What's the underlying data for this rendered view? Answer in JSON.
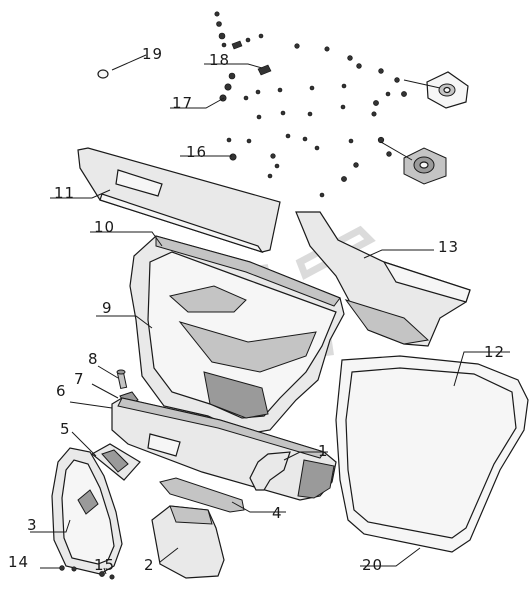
{
  "diagram": {
    "type": "exploded-parts-view",
    "callouts": [
      {
        "id": "c1",
        "number": "1"
      },
      {
        "id": "c2",
        "number": "2"
      },
      {
        "id": "c3",
        "number": "3"
      },
      {
        "id": "c4",
        "number": "4"
      },
      {
        "id": "c5",
        "number": "5"
      },
      {
        "id": "c6",
        "number": "6"
      },
      {
        "id": "c7",
        "number": "7"
      },
      {
        "id": "c8",
        "number": "8"
      },
      {
        "id": "c9",
        "number": "9"
      },
      {
        "id": "c10",
        "number": "10"
      },
      {
        "id": "c11",
        "number": "11"
      },
      {
        "id": "c12",
        "number": "12"
      },
      {
        "id": "c13",
        "number": "13"
      },
      {
        "id": "c14",
        "number": "14"
      },
      {
        "id": "c15",
        "number": "15"
      },
      {
        "id": "c16",
        "number": "16"
      },
      {
        "id": "c17",
        "number": "17"
      },
      {
        "id": "c18",
        "number": "18"
      },
      {
        "id": "c19",
        "number": "19"
      },
      {
        "id": "c20",
        "number": "20"
      }
    ]
  }
}
